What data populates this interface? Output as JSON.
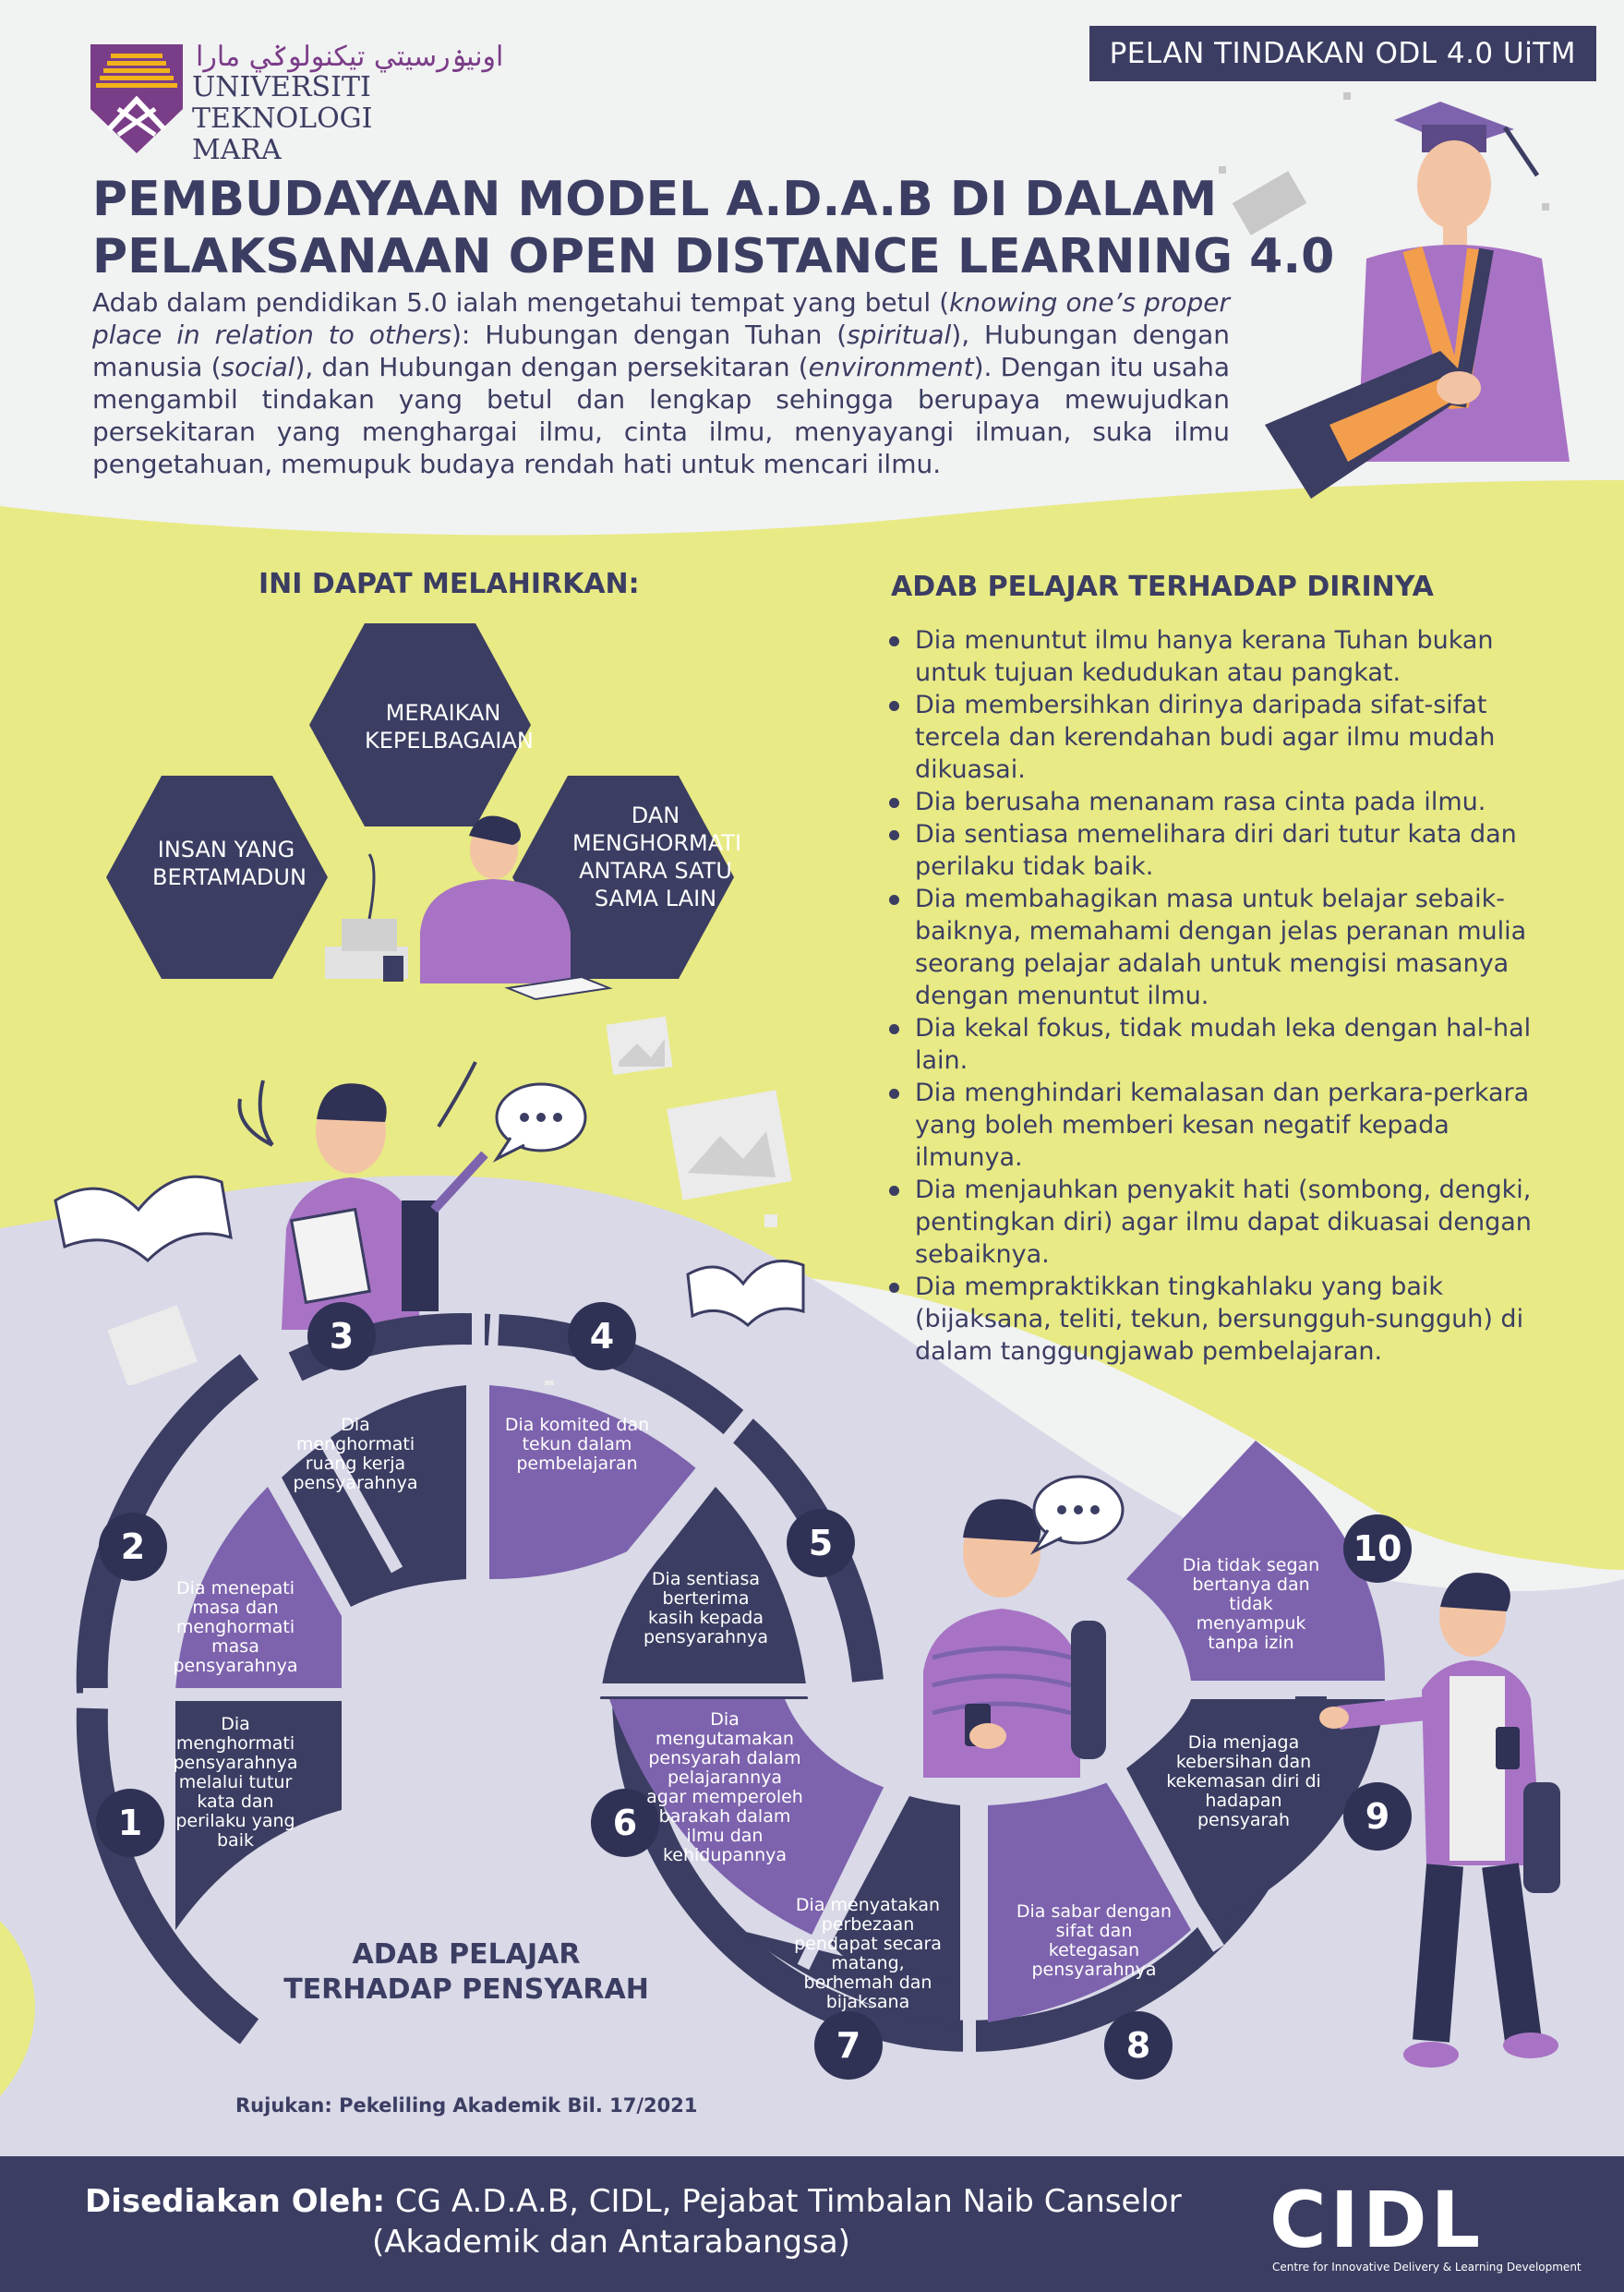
{
  "colors": {
    "navy": "#3b3d62",
    "purple": "#7d63ad",
    "lime": "#e8ea85",
    "lavender": "#d9d9e8",
    "bg": "#f1f2f2"
  },
  "header": {
    "tag": "PELAN TINDAKAN ODL 4.0 UiTM",
    "university_jawi": "اونيۏرسيتي تيکنولوݢي مارا",
    "university_line1": "UNIVERSITI",
    "university_line2": "TEKNOLOGI",
    "university_line3": "MARA",
    "logo_icon": "uitm-logo-icon"
  },
  "title": {
    "line1": "PEMBUDAYAAN MODEL A.D.A.B DI DALAM",
    "line2": "PELAKSANAAN OPEN DISTANCE LEARNING 4.0"
  },
  "intro": {
    "p1": "Adab dalam pendidikan 5.0 ialah mengetahui tempat yang betul (",
    "p1_italic": "knowing one’s proper place in relation to others",
    "p2": "): Hubungan dengan Tuhan (",
    "p2_italic": "spiritual",
    "p3": "), Hubungan dengan manusia (",
    "p3_italic": "social",
    "p4": "), dan Hubungan dengan persekitaran (",
    "p4_italic": "environment",
    "p5": "). Dengan itu usaha mengambil tindakan yang betul dan lengkap sehingga berupaya mewujudkan persekitaran yang menghargai ilmu, cinta ilmu, menyayangi ilmuan, suka ilmu pengetahuan, memupuk budaya rendah hati untuk mencari ilmu."
  },
  "outcomes": {
    "heading": "INI DAPAT MELAHIRKAN:",
    "hex": [
      {
        "line1": "MERAIKAN",
        "line2": "KEPELBAGAIAN"
      },
      {
        "line1": "INSAN YANG",
        "line2": "BERTAMADUN"
      },
      {
        "line1": "DAN",
        "line2": "MENGHORMATI",
        "line3": "ANTARA SATU",
        "line4": "SAMA LAIN"
      }
    ]
  },
  "self": {
    "heading": "ADAB PELAJAR TERHADAP DIRINYA",
    "items": [
      "Dia menuntut ilmu hanya kerana Tuhan bukan untuk tujuan kedudukan atau pangkat.",
      "Dia membersihkan dirinya daripada sifat-sifat tercela dan kerendahan budi agar ilmu mudah dikuasai.",
      "Dia berusaha menanam rasa cinta pada ilmu.",
      "Dia sentiasa memelihara diri dari tutur kata dan perilaku tidak baik.",
      "Dia membahagikan masa untuk belajar sebaik-baiknya, memahami dengan jelas peranan mulia seorang pelajar adalah untuk mengisi masanya dengan menuntut ilmu.",
      "Dia kekal fokus, tidak mudah leka dengan hal-hal lain.",
      "Dia menghindari kemalasan dan perkara-perkara yang boleh memberi kesan negatif kepada ilmunya.",
      "Dia menjauhkan penyakit hati (sombong, dengki, pentingkan diri) agar ilmu dapat dikuasai dengan sebaiknya.",
      "Dia mempraktikkan tingkahlaku yang baik (bijaksana, teliti, tekun, bersungguh-sungguh) di dalam tanggungjawab pembelajaran."
    ]
  },
  "lecturer": {
    "heading_line1": "ADAB PELAJAR",
    "heading_line2": "TERHADAP PENSYARAH",
    "reference": "Rujukan: Pekeliling Akademik Bil. 17/2021",
    "items": [
      {
        "n": "1",
        "text": "Dia menghormati pensyarahnya melalui tutur kata dan perilaku yang baik"
      },
      {
        "n": "2",
        "text": "Dia menepati masa dan menghormati masa pensyarahnya"
      },
      {
        "n": "3",
        "text": "Dia menghormati ruang kerja pensyarahnya"
      },
      {
        "n": "4",
        "text": "Dia komited dan tekun dalam pembelajaran"
      },
      {
        "n": "5",
        "text": "Dia sentiasa berterima kasih kepada pensyarahnya"
      },
      {
        "n": "6",
        "text": "Dia mengutamakan pensyarah dalam pelajarannya agar memperoleh barakah dalam ilmu dan kehidupannya"
      },
      {
        "n": "7",
        "text": "Dia menyatakan perbezaan pendapat secara matang, berhemah dan bijaksana"
      },
      {
        "n": "8",
        "text": "Dia sabar dengan sifat dan ketegasan pensyarahnya"
      },
      {
        "n": "9",
        "text": "Dia menjaga kebersihan dan kekemasan diri di hadapan pensyarah"
      },
      {
        "n": "10",
        "text": "Dia tidak segan bertanya dan tidak menyampuk tanpa izin"
      }
    ],
    "speech_bubble": "..."
  },
  "footer": {
    "label": "Disediakan Oleh:",
    "line1": "CG A.D.A.B, CIDL, Pejabat Timbalan Naib Canselor",
    "line2": "(Akademik dan Antarabangsa)",
    "brand": "CIDL",
    "brand_sub": "Centre for Innovative Delivery & Learning Development"
  }
}
